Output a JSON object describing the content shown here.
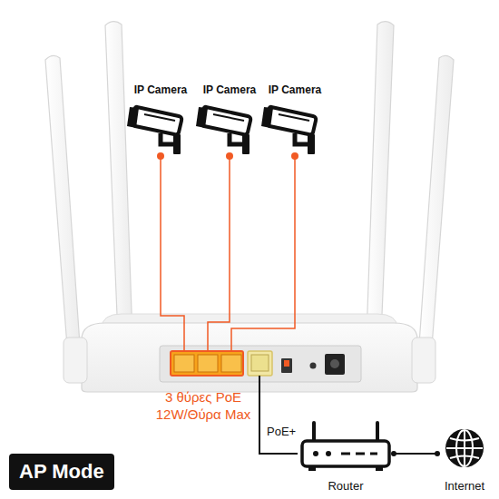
{
  "diagram": {
    "nodes": [
      {
        "text": [
          "IP Camera"
        ]
      },
      {
        "text": [
          "IP Camera"
        ]
      },
      {
        "text": [
          "IP Camera"
        ]
      },
      {
        "text": [
          "3 θύρες PoE 12W/Θύρα Max"
        ]
      },
      {
        "text": [
          "Router"
        ]
      },
      {
        "text": [
          "Internet"
        ]
      },
      {
        "text": [
          "AP Mode"
        ]
      }
    ],
    "edges": [
      {
        "from": 0,
        "to": 3,
        "arrow": "none"
      },
      {
        "from": 1,
        "to": 3,
        "arrow": "none"
      },
      {
        "from": 2,
        "to": 3,
        "arrow": "none"
      },
      {
        "from": 3,
        "to": 4,
        "label": "PoE+",
        "arrow": "none"
      },
      {
        "from": 4,
        "to": 5,
        "arrow": "none"
      }
    ]
  }
}
